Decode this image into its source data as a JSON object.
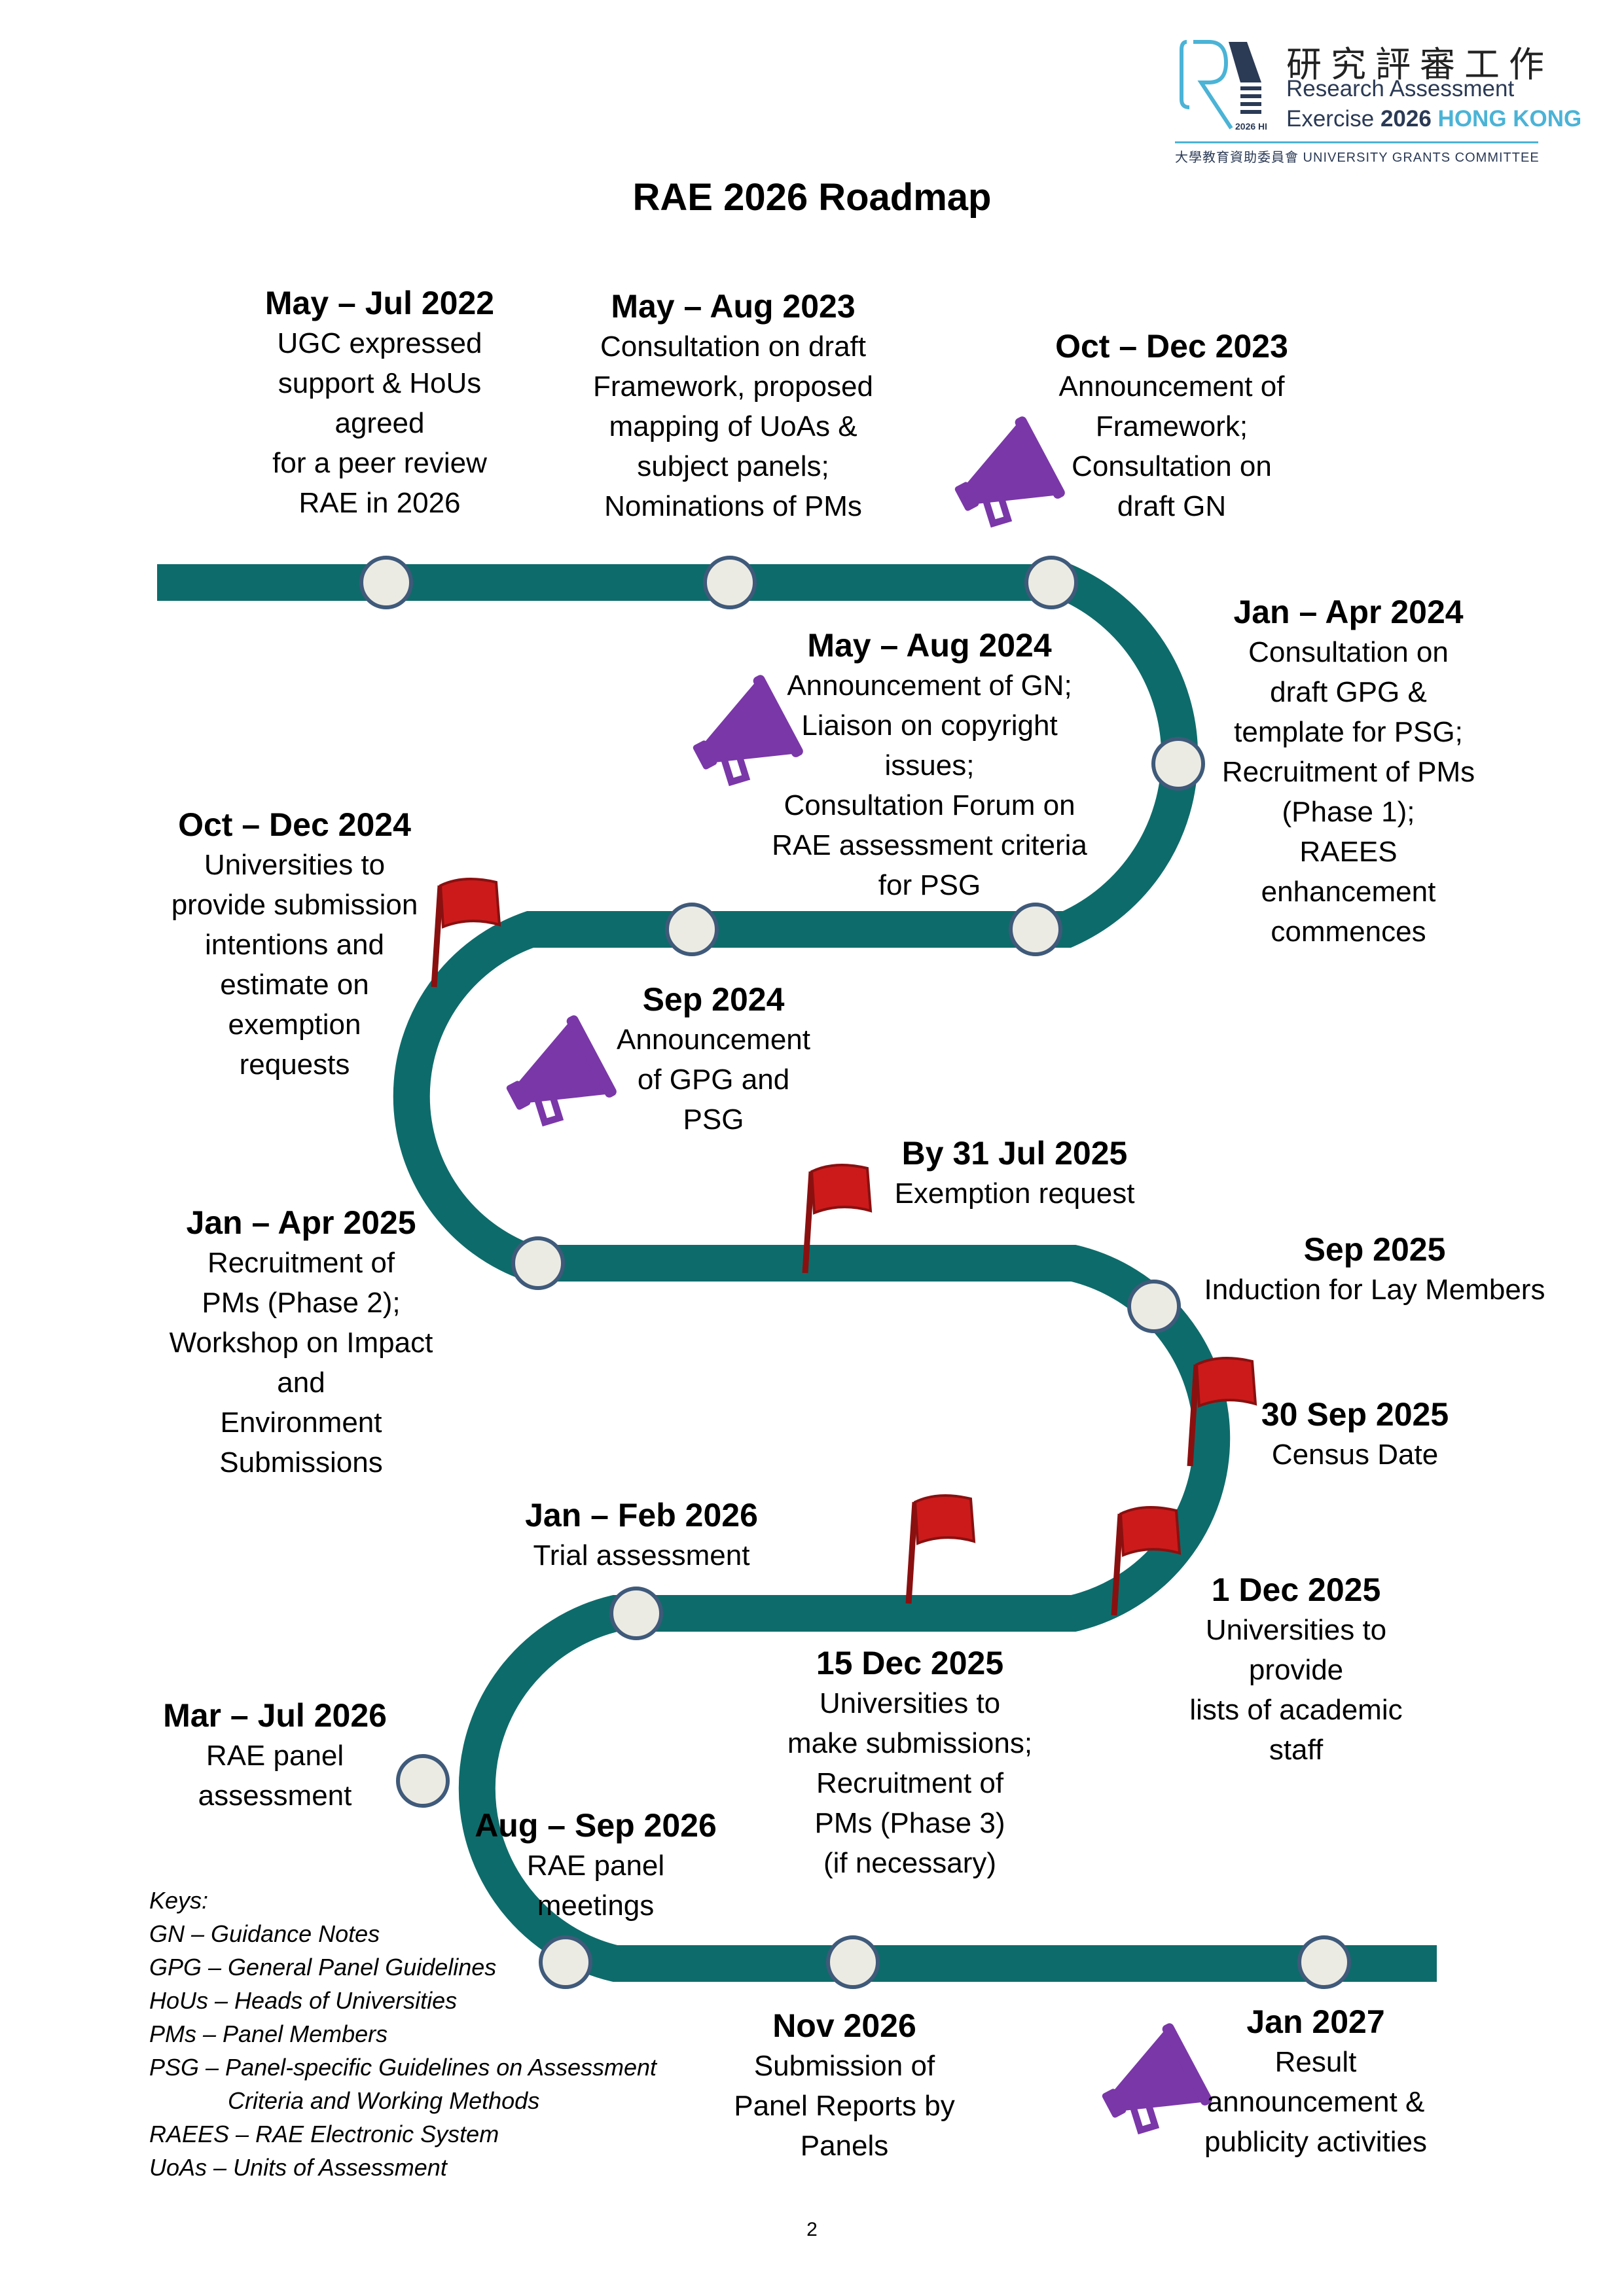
{
  "logo": {
    "chinese_title": "研究評審工作",
    "line1": "Research Assessment",
    "line2_prefix": "Exercise ",
    "line2_year": "2026",
    "line2_place": "HONG KONG",
    "mark_text": "2026 HK",
    "committee": "大學教育資助委員會 UNIVERSITY GRANTS COMMITTEE"
  },
  "title": "RAE 2026 Roadmap",
  "colors": {
    "road": "#0e6b6b",
    "node_fill": "#ecebe3",
    "node_stroke": "#3f5a7a",
    "flag": "#cc1a1a",
    "megaphone": "#7a37a8",
    "logo_accent": "#4bb3d6"
  },
  "milestones": [
    {
      "date": "May – Jul 2022",
      "lines": [
        "UGC expressed",
        "support & HoUs",
        "agreed",
        "for a peer review",
        "RAE in 2026"
      ]
    },
    {
      "date": "May – Aug 2023",
      "lines": [
        "Consultation on draft",
        "Framework, proposed",
        "mapping of UoAs &",
        "subject panels;",
        "Nominations of PMs"
      ]
    },
    {
      "date": "Oct – Dec 2023",
      "lines": [
        "Announcement of",
        "Framework;",
        "Consultation on",
        "draft GN"
      ]
    },
    {
      "date": "Jan – Apr 2024",
      "lines": [
        "Consultation on",
        "draft GPG &",
        "template for PSG;",
        "Recruitment of PMs",
        "(Phase 1);",
        "RAEES",
        "enhancement",
        "commences"
      ]
    },
    {
      "date": "May – Aug 2024",
      "lines": [
        "Announcement of GN;",
        "Liaison on copyright",
        "issues;",
        "Consultation Forum on",
        "RAE assessment criteria",
        "for PSG"
      ]
    },
    {
      "date": "Oct – Dec 2024",
      "lines": [
        "Universities to",
        "provide submission",
        "intentions and",
        "estimate on",
        "exemption",
        "requests"
      ]
    },
    {
      "date": "Sep 2024",
      "lines": [
        "Announcement",
        "of GPG and",
        "PSG"
      ]
    },
    {
      "date": "By 31 Jul 2025",
      "lines": [
        "Exemption request"
      ]
    },
    {
      "date": "Jan – Apr 2025",
      "lines": [
        "Recruitment of",
        "PMs (Phase 2);",
        "Workshop on Impact",
        "and",
        "Environment",
        "Submissions"
      ]
    },
    {
      "date": "Sep 2025",
      "lines": [
        "Induction for Lay Members"
      ]
    },
    {
      "date": "30 Sep 2025",
      "lines": [
        "Census Date"
      ]
    },
    {
      "date": "Jan – Feb 2026",
      "lines": [
        "Trial assessment"
      ]
    },
    {
      "date": "1 Dec 2025",
      "lines": [
        "Universities to",
        "provide",
        "lists of academic",
        "staff"
      ]
    },
    {
      "date": "15 Dec 2025",
      "lines": [
        "Universities to",
        "make submissions;",
        "Recruitment of",
        "PMs (Phase 3)",
        "(if necessary)"
      ]
    },
    {
      "date": "Mar – Jul 2026",
      "lines": [
        "RAE panel",
        "assessment"
      ]
    },
    {
      "date": "Aug – Sep 2026",
      "lines": [
        "RAE panel",
        "meetings"
      ]
    },
    {
      "date": "Nov 2026",
      "lines": [
        "Submission of",
        "Panel Reports by",
        "Panels"
      ]
    },
    {
      "date": "Jan 2027",
      "lines": [
        "Result",
        "announcement &",
        "publicity activities"
      ]
    }
  ],
  "keys": {
    "heading": "Keys:",
    "items": [
      "GN – Guidance Notes",
      "GPG – General Panel Guidelines",
      "HoUs – Heads of Universities",
      "PMs – Panel Members",
      "PSG – Panel-specific Guidelines on Assessment",
      "Criteria and Working Methods",
      "RAEES – RAE Electronic System",
      "UoAs – Units of Assessment"
    ]
  },
  "page_number": "2"
}
